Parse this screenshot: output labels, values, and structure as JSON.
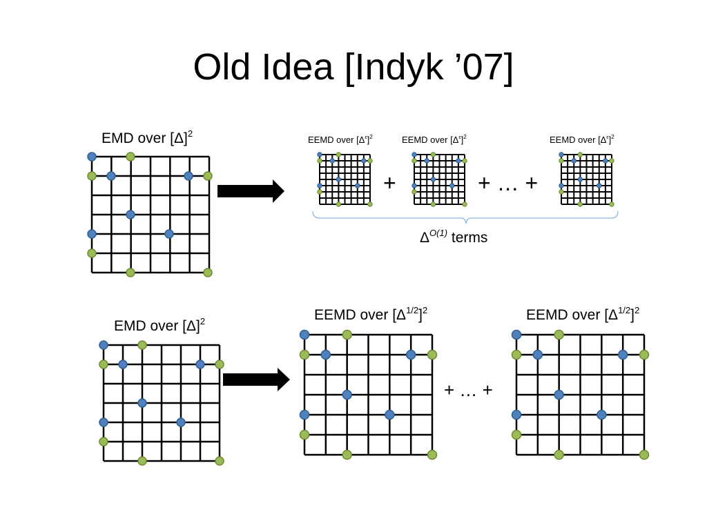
{
  "title": "Old Idea [Indyk ’07]",
  "colors": {
    "blue_point": "#4f81bd",
    "green_point": "#9bbb59",
    "grid": "#000000"
  },
  "top_row": {
    "emd_label": {
      "text": "EMD over [Δ]",
      "sup": "2"
    },
    "eemd_labels": [
      {
        "text": "EEMD over [Δ",
        "sup_eps": "ε",
        "close": "]",
        "sup": "2"
      },
      {
        "text": "EEMD over [Δ",
        "sup_eps": "ε",
        "close": "]",
        "sup": "2"
      },
      {
        "text": "EEMD over [Δ",
        "sup_eps": "ε",
        "close": "]",
        "sup": "2"
      }
    ],
    "plus": "+",
    "plus_ellipsis": "+ … +",
    "brace_label": {
      "base": "Δ",
      "sup": "O(1)",
      "rest": " terms"
    }
  },
  "bottom_row": {
    "emd_label": {
      "text": "EMD over [Δ]",
      "sup": "2"
    },
    "eemd_labels": [
      {
        "text": "EEMD over [Δ",
        "sup": "1/2",
        "close": "]",
        "sup2": "2"
      },
      {
        "text": "EEMD over [Δ",
        "sup": "1/2",
        "close": "]",
        "sup2": "2"
      }
    ],
    "plus_ellipsis": "+ … +"
  }
}
